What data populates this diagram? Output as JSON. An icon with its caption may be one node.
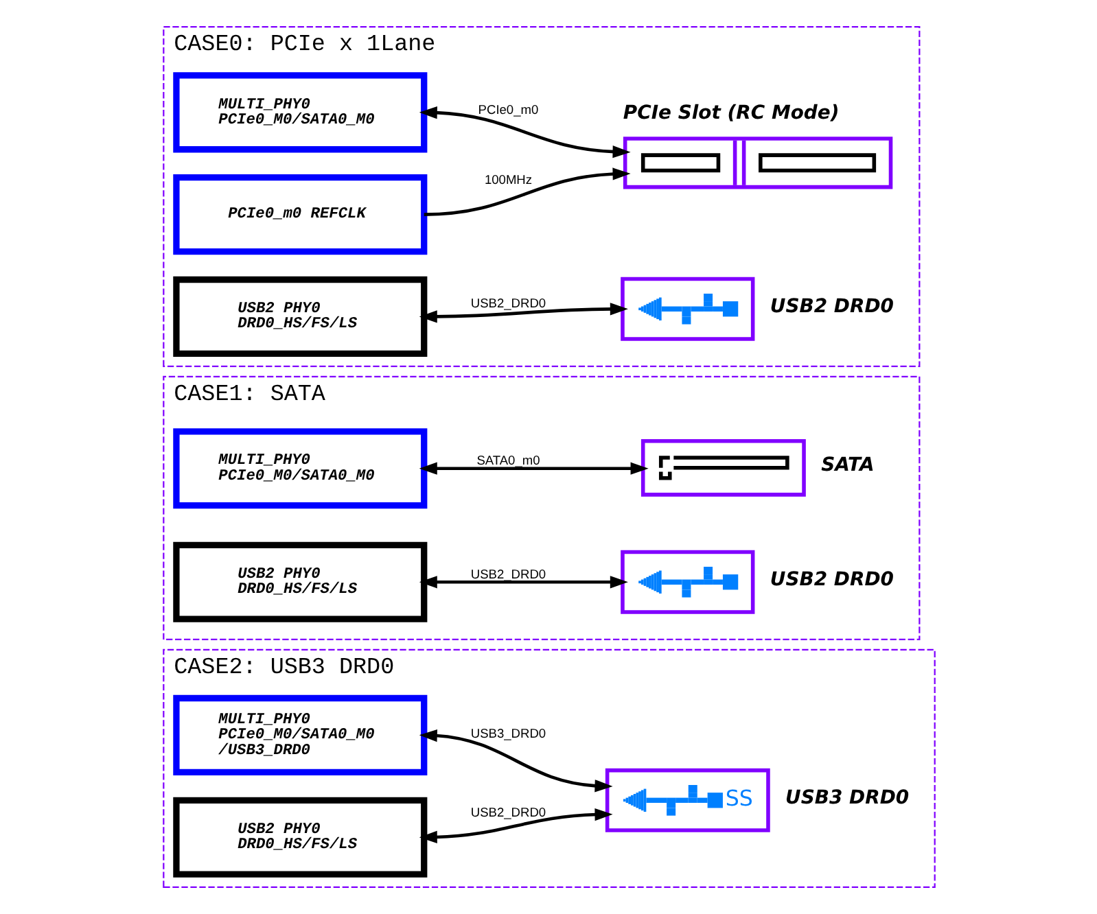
{
  "diagram": {
    "nodes": [
      {
        "text": [
          "CASE0: PCIe x 1Lane"
        ]
      },
      {
        "text": [
          "MULTI_PHY0 PCIe0_M0/SATA0_M0"
        ],
        "in": 0
      },
      {
        "text": [
          "PCIe0_m0 REFCLK"
        ],
        "in": 0
      },
      {
        "text": [
          "USB2 PHY0 DRD0_HS/FS/LS"
        ],
        "in": 0
      },
      {
        "text": [
          "PCIe Slot (RC Mode)"
        ],
        "in": 0
      },
      {
        "text": [
          "USB2 DRD0"
        ],
        "in": 0
      },
      {
        "text": [
          "CASE1: SATA"
        ]
      },
      {
        "text": [
          "MULTI_PHY0 PCIe0_M0/SATA0_M0"
        ],
        "in": 6
      },
      {
        "text": [
          "USB2 PHY0 DRD0_HS/FS/LS"
        ],
        "in": 6
      },
      {
        "text": [
          "SATA"
        ],
        "in": 6
      },
      {
        "text": [
          "USB2 DRD0"
        ],
        "in": 6
      },
      {
        "text": [
          "CASE2: USB3 DRD0"
        ]
      },
      {
        "text": [
          "MULTI_PHY0 PCIe0_M0/SATA0_M0 /USB3_DRD0"
        ],
        "in": 11
      },
      {
        "text": [
          "USB2 PHY0 DRD0_HS/FS/LS"
        ],
        "in": 11
      },
      {
        "text": [
          "SS",
          "USB3 DRD0"
        ],
        "in": 11
      }
    ],
    "edges": [
      {
        "from": 1,
        "to": 4,
        "arrow": "both",
        "label": "PCIe0_m0"
      },
      {
        "from": 2,
        "to": 4,
        "arrow": "to",
        "label": "100MHz"
      },
      {
        "from": 3,
        "to": 5,
        "arrow": "both",
        "label": "USB2_DRD0"
      },
      {
        "from": 7,
        "to": 9,
        "arrow": "both",
        "label": "SATA0_m0"
      },
      {
        "from": 8,
        "to": 10,
        "arrow": "both",
        "label": "USB2_DRD0"
      },
      {
        "from": 12,
        "to": 14,
        "arrow": "both",
        "label": "USB3_DRD0"
      },
      {
        "from": 13,
        "to": 14,
        "arrow": "both",
        "label": "USB2_DRD0"
      }
    ]
  }
}
